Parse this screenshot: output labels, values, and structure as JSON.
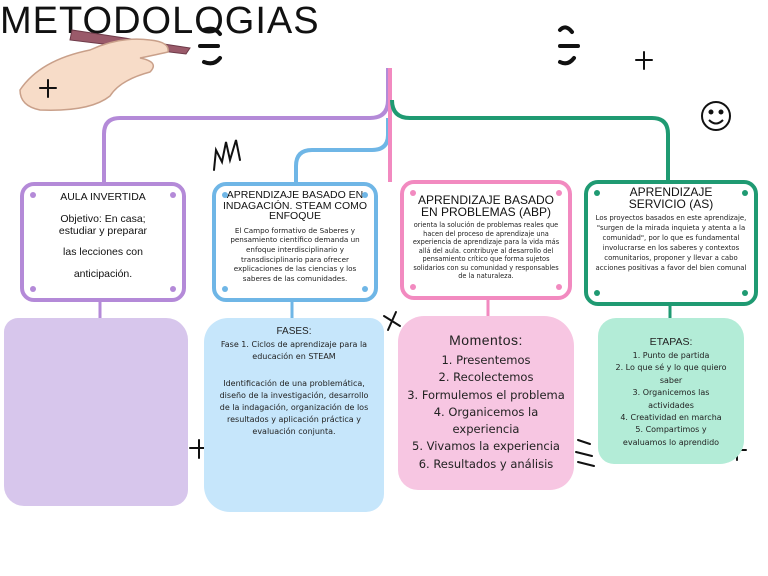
{
  "title": "METODOLOGIAS",
  "colors": {
    "purple": "#b48ad8",
    "blue": "#6fb6e6",
    "pink": "#f28ac0",
    "green": "#1f9a72",
    "purple_fill": "#d7c6ec",
    "blue_fill": "#c6e6fb",
    "pink_fill": "#f7c6e2",
    "green_fill": "#b3ecd7"
  },
  "cards": {
    "aula": {
      "title": "AULA INVERTIDA",
      "line1": "Objetivo: En casa; estudiar y preparar",
      "line2": "las lecciones con",
      "line3": "anticipación."
    },
    "steam": {
      "title": "APRENDIZAJE BASADO EN INDAGACIÓN. STEAM COMO ENFOQUE",
      "body": "El Campo formativo de Saberes y pensamiento científico demanda un enfoque interdisciplinario y transdisciplinario para ofrecer explicaciones de las ciencias y los saberes de las comunidades."
    },
    "abp": {
      "title": "APRENDIZAJE BASADO EN PROBLEMAS (ABP)",
      "body": "orienta la solución de problemas reales que hacen del proceso de aprendizaje una experiencia de aprendizaje para la vida más allá del aula. contribuye al desarrollo del pensamiento crítico que forma sujetos solidarios con su comunidad y responsables de la naturaleza."
    },
    "servicio": {
      "title": "APRENDIZAJE SERVICIO (AS)",
      "body": "Los proyectos basados en este aprendizaje, \"surgen de la mirada inquieta y atenta a la comunidad\", por lo que es fundamental involucrarse en los saberes y contextos comunitarios, proponer y llevar a cabo acciones positivas a favor del bien comunal"
    }
  },
  "blobs": {
    "steam": {
      "heading": "FASES:",
      "phase": "Fase 1. Ciclos de aprendizaje para la educación en STEAM",
      "detail": "Identificación de una problemática, diseño de la investigación, desarrollo de la indagación, organización de los resultados y aplicación práctica y evaluación conjunta."
    },
    "abp": {
      "heading": "Momentos:",
      "items": [
        "1.  Presentemos",
        "2.  Recolectemos",
        "3.  Formulemos el problema",
        "4.  Organicemos la experiencia",
        "5.  Vivamos la experiencia",
        "6.  Resultados y análisis"
      ]
    },
    "servicio": {
      "heading": "ETAPAS:",
      "items": [
        "1.  Punto de partida",
        "2.  Lo que sé y lo que quiero saber",
        "3.  Organicemos las actividades",
        "4.  Creatividad en marcha",
        "5.  Compartimos y evaluamos lo aprendido"
      ]
    }
  }
}
